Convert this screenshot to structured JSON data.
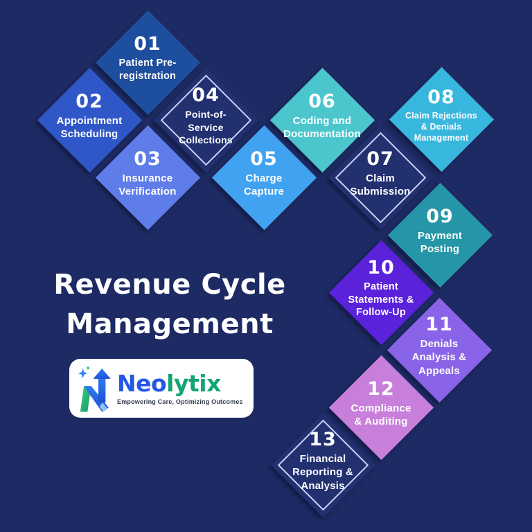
{
  "title": "Revenue Cycle\nManagement",
  "colors": {
    "background": "#1d2a63",
    "outlined_fill": "#223070",
    "outline_border": "#c9d2f4",
    "text": "#ffffff"
  },
  "logo": {
    "brand_blue_part": "Neo",
    "brand_green_part": "lytix",
    "tagline": "Empowering Care, Optimizing Outcomes",
    "brand_blue": "#2457e6",
    "brand_green": "#13a571",
    "mark": "n-with-up-arrow-icon"
  },
  "diamonds": [
    {
      "id": "01",
      "label": "Patient Pre-\nregistration",
      "color": "#1e4e9e",
      "outlined": false
    },
    {
      "id": "02",
      "label": "Appointment\nScheduling",
      "color": "#2f57c8",
      "outlined": false
    },
    {
      "id": "03",
      "label": "Insurance\nVerification",
      "color": "#5f7de9",
      "outlined": false
    },
    {
      "id": "04",
      "label": "Point-of-\nService\nCollections",
      "color": "#223070",
      "outlined": true
    },
    {
      "id": "05",
      "label": "Charge\nCapture",
      "color": "#41a2f2",
      "outlined": false
    },
    {
      "id": "06",
      "label": "Coding and\nDocumentation",
      "color": "#4bc6cc",
      "outlined": false
    },
    {
      "id": "07",
      "label": "Claim\nSubmission",
      "color": "#223070",
      "outlined": true
    },
    {
      "id": "08",
      "label": "Claim Rejections\n& Denials\nManagement",
      "color": "#38b7de",
      "outlined": false
    },
    {
      "id": "09",
      "label": "Payment\nPosting",
      "color": "#2496a8",
      "outlined": false
    },
    {
      "id": "10",
      "label": "Patient\nStatements &\nFollow-Up",
      "color": "#5a22da",
      "outlined": false
    },
    {
      "id": "11",
      "label": "Denials\nAnalysis &\nAppeals",
      "color": "#8a64e8",
      "outlined": false
    },
    {
      "id": "12",
      "label": "Compliance\n& Auditing",
      "color": "#c87fdb",
      "outlined": false
    },
    {
      "id": "13",
      "label": "Financial\nReporting &\nAnalysis",
      "color": "#223070",
      "outlined": true
    }
  ]
}
